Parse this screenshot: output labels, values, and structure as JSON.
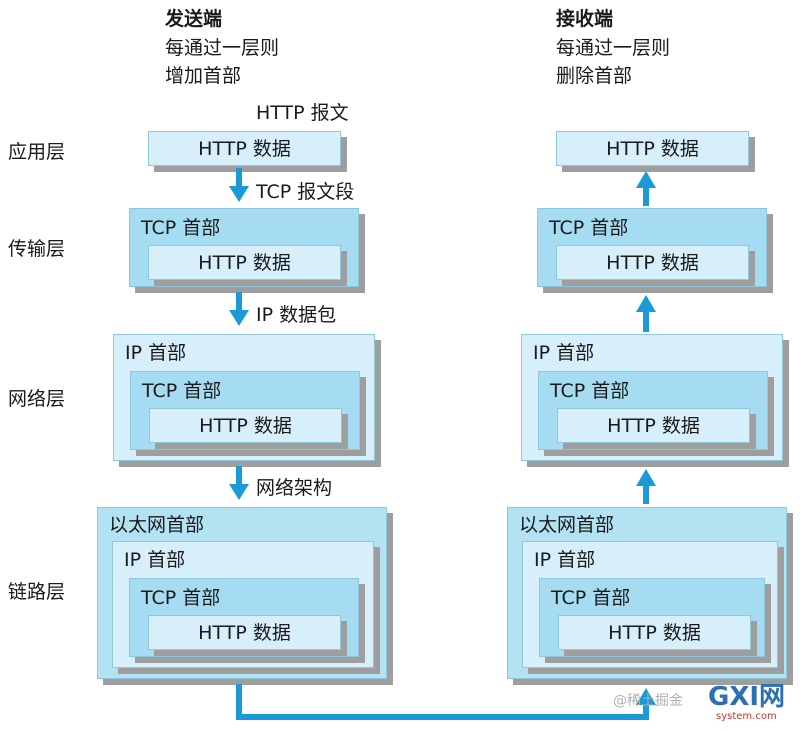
{
  "sender": {
    "title": "发送端",
    "desc_line1": "每通过一层则",
    "desc_line2": "增加首部"
  },
  "receiver": {
    "title": "接收端",
    "desc_line1": "每通过一层则",
    "desc_line2": "删除首部"
  },
  "layers": {
    "application": "应用层",
    "transport": "传输层",
    "network": "网络层",
    "link": "链路层"
  },
  "labels": {
    "http_message": "HTTP 报文",
    "tcp_segment": "TCP 报文段",
    "ip_datagram": "IP 数据包",
    "network_frame": "网络架构",
    "http_data": "HTTP 数据",
    "tcp_header": "TCP 首部",
    "ip_header": "IP 首部",
    "ethernet_header": "以太网首部"
  },
  "colors": {
    "arrow": "#1a9ad6",
    "box_light": "#d6effa",
    "box_mid": "#a6dcf2",
    "shadow": "#9e9e9e"
  },
  "watermark": {
    "juejin": "@稀土掘金",
    "gxi_logo": "GXI网",
    "gxi_url": "system.com"
  }
}
